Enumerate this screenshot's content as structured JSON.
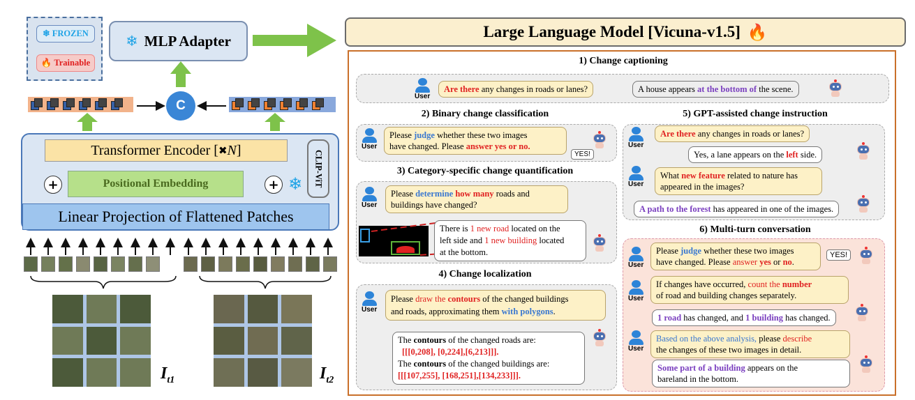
{
  "legend": {
    "frozen_label": "FROZEN",
    "trainable_label": "Trainable"
  },
  "colors": {
    "frozen": "#1fa3e6",
    "trainable": "#e02020",
    "accent_orange": "#c9702a",
    "encoder_blue": "#4a78b8",
    "positional_green": "#b6e08a"
  },
  "icons": [
    "snowflake-icon",
    "flame-icon",
    "user-icon",
    "robot-icon"
  ],
  "mlp_adapter": {
    "label": "MLP Adapter"
  },
  "llm": {
    "label": "Large Language Model [Vicuna-v1.5]"
  },
  "encoder": {
    "transformer": "Transformer Encoder [",
    "transformer_mid": "✖",
    "transformer_n": "N",
    "transformer_end": "]",
    "positional": "Positional Embedding",
    "linear": "Linear Projection of Flattened Patches",
    "clip": "CLIP-ViT",
    "concat": "C",
    "plus": "+"
  },
  "images": {
    "t1_main": "I",
    "t1_sub": "t1",
    "t2_main": "I",
    "t2_sub": "t2"
  },
  "user_label": "User",
  "sections": {
    "s1": {
      "title": "1) Change captioning",
      "q": [
        "Are there",
        " any changes in roads or lanes?"
      ],
      "a": [
        "A house appears ",
        "at the bottom of",
        " the scene."
      ]
    },
    "s2": {
      "title": "2) Binary change classification",
      "q1": [
        "Please ",
        "judge",
        " whether these two images"
      ],
      "q2": [
        "have changed. Please ",
        "answer yes or no."
      ],
      "yes": "YES!"
    },
    "s3": {
      "title": "3) Category-specific change quantification",
      "q1": [
        "Please ",
        "determine",
        " ",
        "how many",
        " roads and"
      ],
      "q2": "buildings have changed?",
      "a1": [
        "There is ",
        "1 new road",
        " located on the"
      ],
      "a2": [
        "left side and ",
        "1 new building",
        " located"
      ],
      "a3": "at the bottom."
    },
    "s4": {
      "title": "4) Change localization",
      "q1": [
        "Please ",
        "draw the ",
        "contours",
        " of the changed buildings"
      ],
      "q2": [
        "and roads, approximating them ",
        "with polygons",
        "."
      ],
      "a1": [
        "The ",
        "contours",
        " of the changed roads are:"
      ],
      "a2": "[[[0,208], [0,224],[6,213]]].",
      "a3": [
        "The ",
        "contours",
        " of the changed buildings are:"
      ],
      "a4": "[[[107,255], [168,251],[134,233]]]."
    },
    "s5": {
      "title": "5) GPT-assisted change instruction",
      "q1": [
        "Are there",
        " any changes in roads or lanes?"
      ],
      "a1": [
        "Yes, a lane appears on the ",
        "left",
        " side."
      ],
      "q2a": [
        "What ",
        "new feature",
        " related to nature has"
      ],
      "q2b": "appeared in the images?",
      "a2": [
        "A path to the forest",
        " has appeared in one of the images."
      ]
    },
    "s6": {
      "title": "6) Multi-turn conversation",
      "q1a": [
        "Please ",
        "judge",
        " whether these two images"
      ],
      "q1b": [
        "have changed. Please ",
        "answer",
        " ",
        "yes",
        " or ",
        "no",
        "."
      ],
      "yes": "YES!",
      "q2a": [
        "If changes have occurred, ",
        "count the ",
        "number"
      ],
      "q2b": "of road and building changes separately.",
      "a2": [
        "1 road",
        " has changed, and ",
        "1 building",
        " has changed."
      ],
      "q3a": [
        "Based on the above analysis,",
        " please ",
        "describe"
      ],
      "q3b": "the changes of these two images in detail.",
      "a3a": [
        "Some part of a building",
        " appears on the"
      ],
      "a3b": "bareland in the bottom."
    }
  }
}
